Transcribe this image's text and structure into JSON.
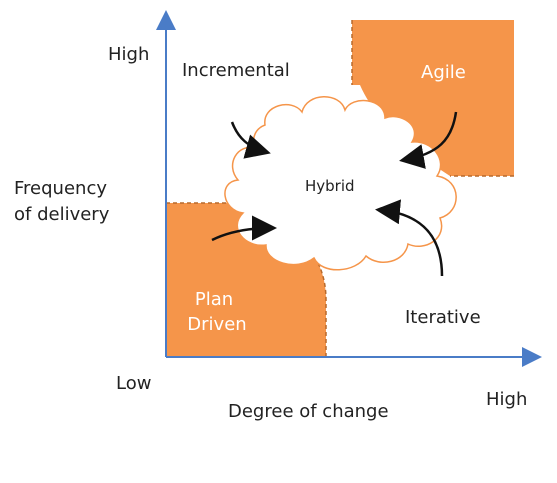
{
  "axes": {
    "y_title_line1": "Frequency",
    "y_title_line2": "of delivery",
    "y_high": "High",
    "x_low": "Low",
    "x_title": "Degree of change",
    "x_high": "High"
  },
  "quadrants": {
    "incremental": "Incremental",
    "agile": "Agile",
    "plan_line1": "Plan",
    "plan_line2": "Driven",
    "iterative": "Iterative",
    "hybrid": "Hybrid"
  },
  "colors": {
    "axis": "#4a7cc7",
    "fill": "#f5954a",
    "dashed_edge": "#b86a2c",
    "cloud_stroke": "#f5954a",
    "arrow": "#111111"
  }
}
